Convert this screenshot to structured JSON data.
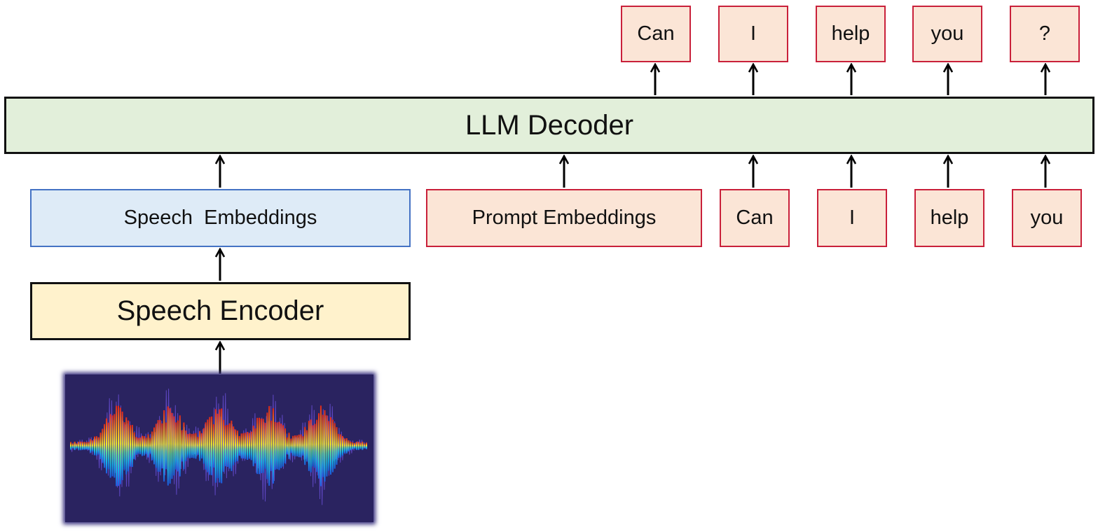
{
  "diagram": {
    "decoder_label": "LLM Decoder",
    "speech_embeddings_label": "Speech  Embeddings",
    "prompt_embeddings_label": "Prompt Embeddings",
    "speech_encoder_label": "Speech Encoder",
    "output_tokens": [
      "Can",
      "I",
      "help",
      "you",
      "?"
    ],
    "input_tokens": [
      "Can",
      "I",
      "help",
      "you"
    ],
    "waveform_icon": "audio-waveform-icon"
  },
  "colors": {
    "decoder_fill": "#e2efda",
    "speech_embeddings_fill": "#deebf7",
    "speech_embeddings_border": "#4472c4",
    "token_fill": "#fbe5d6",
    "token_border": "#c9203a",
    "encoder_fill": "#fff2cc",
    "waveform_background": "#2a2360"
  }
}
